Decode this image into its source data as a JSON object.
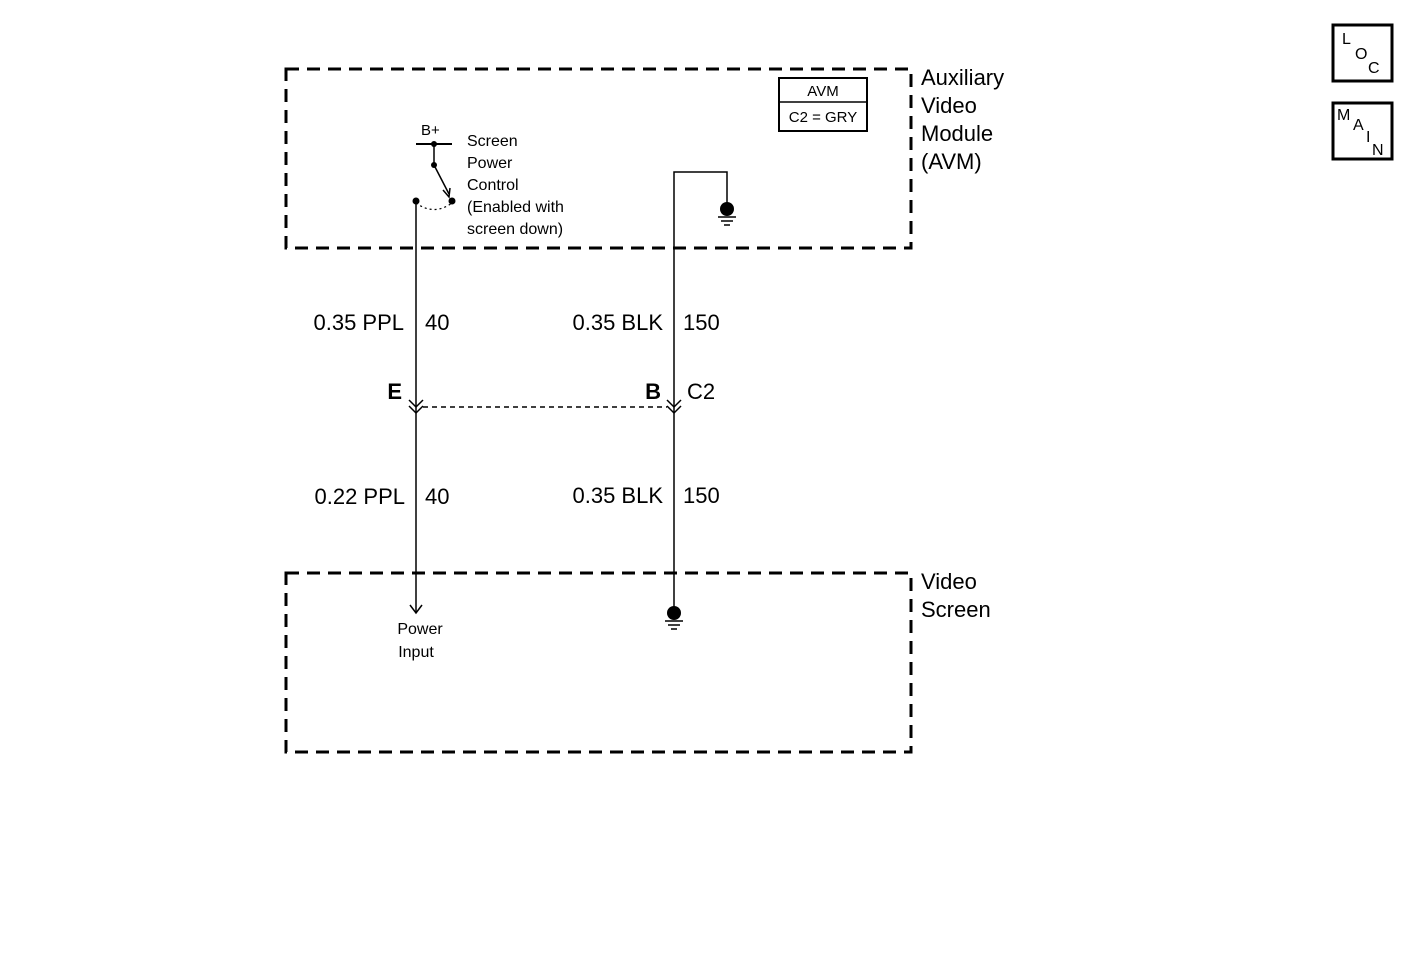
{
  "avm_module": {
    "name_lines": [
      "Auxiliary",
      "Video",
      "Module",
      "(AVM)"
    ],
    "connector_table": {
      "header": "AVM",
      "row": "C2 = GRY"
    },
    "switch": {
      "supply_label": "B+",
      "label_lines": [
        "Screen",
        "Power",
        "Control",
        "(Enabled with",
        "screen down)"
      ]
    }
  },
  "wires_upper": [
    {
      "gauge_color": "0.35 PPL",
      "circuit": "40"
    },
    {
      "gauge_color": "0.35 BLK",
      "circuit": "150"
    }
  ],
  "connector": {
    "pin_left": "E",
    "pin_right": "B",
    "name": "C2"
  },
  "wires_lower": [
    {
      "gauge_color": "0.22 PPL",
      "circuit": "40"
    },
    {
      "gauge_color": "0.35 BLK",
      "circuit": "150"
    }
  ],
  "video_screen": {
    "name_lines": [
      "Video",
      "Screen"
    ],
    "power_input_lines": [
      "Power",
      "Input"
    ]
  },
  "nav": {
    "loc_letters": [
      "L",
      "O",
      "C"
    ],
    "main_letters": [
      "M",
      "A",
      "I",
      "N"
    ]
  }
}
